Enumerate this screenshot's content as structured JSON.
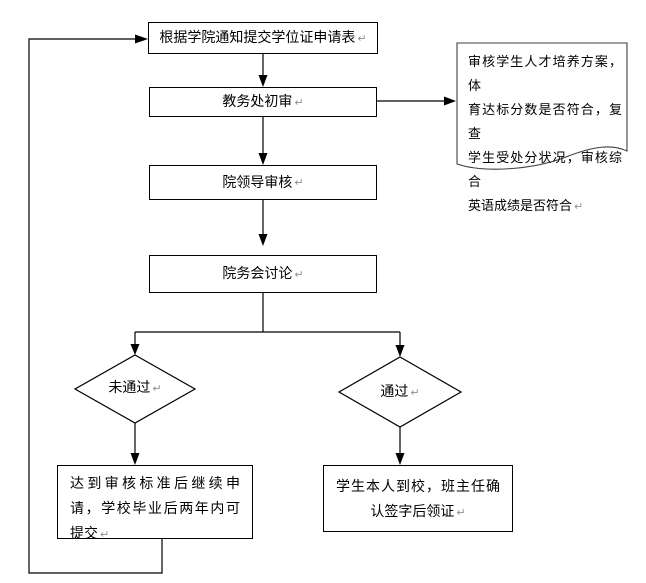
{
  "diagram": {
    "background": "#ffffff",
    "line_color": "#000000",
    "document_outline_color": "#3f3f3f",
    "paragraph_mark": "↵",
    "nodes": {
      "submit_form": {
        "label": "根据学院通知提交学位证申请表"
      },
      "academic_office_review": {
        "label": "教务处初审"
      },
      "college_leader_review": {
        "label": "院领导审核"
      },
      "college_council_discussion": {
        "label": "院务会讨论"
      },
      "not_passed": {
        "label": "未通过"
      },
      "passed": {
        "label": "通过"
      },
      "reapply": {
        "label": "达到审核标准后继续申请，学校毕业后两年内可提交",
        "lines": [
          "达到审核标准后继续申",
          "请，学校毕业后两年内可",
          "提交"
        ]
      },
      "collect_certificate": {
        "label": "学生本人到校，班主任确认签字后领证",
        "lines": [
          "学生本人到校，班主任确",
          "认签字后领证"
        ]
      },
      "review_note": {
        "label": "审核学生人才培养方案，体育达标分数是否符合，复查学生受处分状况，审核综合英语成绩是否符合",
        "lines": [
          "审核学生人才培养方案，体",
          "育达标分数是否符合，复查",
          "学生受处分状况，审核综合",
          "英语成绩是否符合"
        ]
      }
    }
  }
}
